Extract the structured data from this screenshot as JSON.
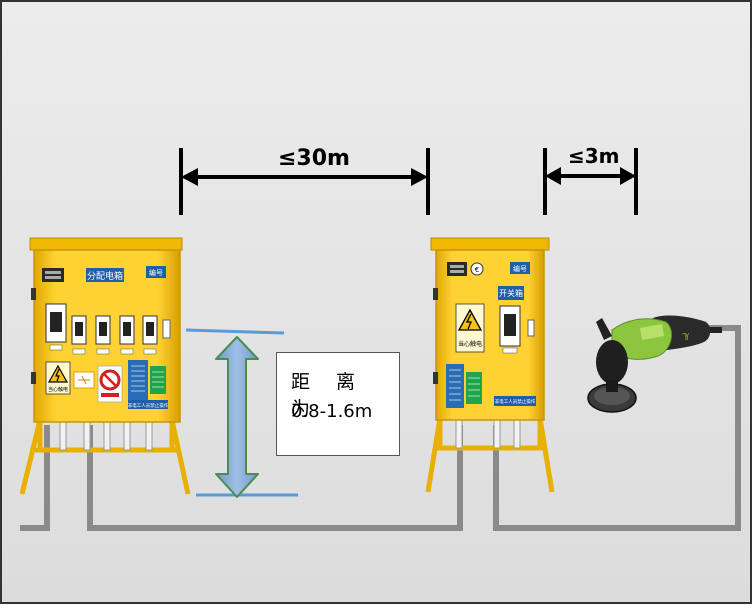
{
  "dimensions": {
    "distance_between_boxes": "≤30m",
    "distance_to_tool": "≤3m"
  },
  "height_note": {
    "line1": "距 离 为",
    "line2": "0.8-1.6m"
  },
  "main_box": {
    "title": "分配电箱",
    "tag": "编号",
    "warning_caption": "当心触电",
    "bottom_strip": "非电工人员禁止操作"
  },
  "switch_box": {
    "title": "开关箱",
    "tag": "编号",
    "warning_caption": "当心触电",
    "bottom_strip": "非电工人员禁止操作"
  },
  "colors": {
    "background": "#e4e4e4",
    "frame": "#333333",
    "box_yellow": "#f5c21a",
    "box_edge": "#c8960a",
    "cable": "#8a8a8a",
    "arrow_fill": "#7fa7d3",
    "arrow_stroke": "#4f8a4f",
    "guide_line": "#5b9bd5",
    "tool_green": "#8cc63f"
  }
}
